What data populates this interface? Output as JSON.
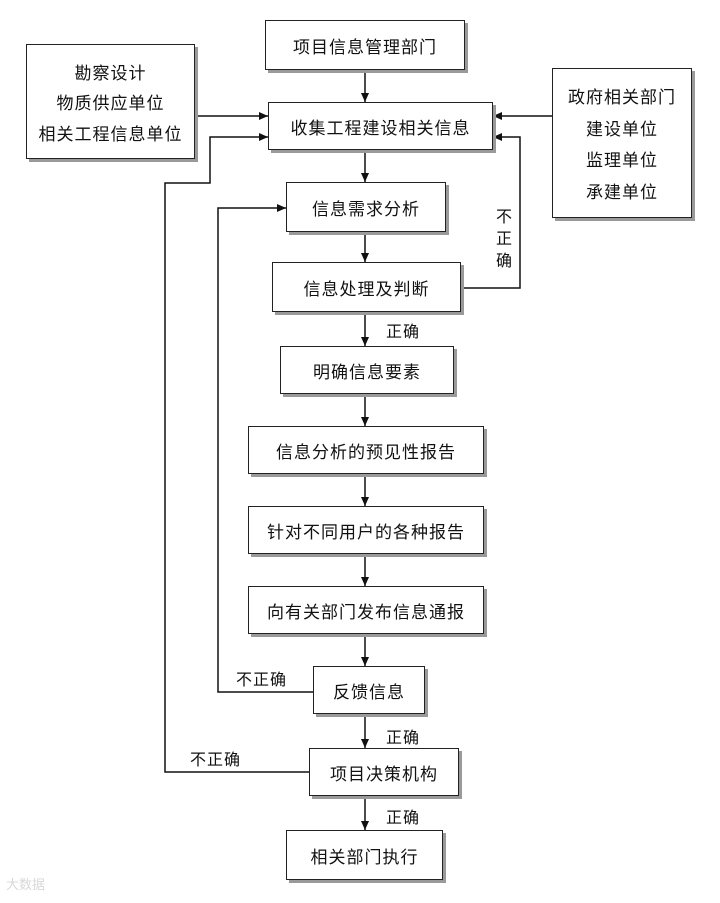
{
  "boxes": {
    "info_mgmt": "项目信息管理部门",
    "collect": "收集工程建设相关信息",
    "demand": "信息需求分析",
    "process": "信息处理及判断",
    "elements": "明确信息要素",
    "forecast": "信息分析的预见性报告",
    "reports": "针对不同用户的各种报告",
    "publish": "向有关部门发布信息通报",
    "feedback": "反馈信息",
    "decision": "项目决策机构",
    "execute": "相关部门执行"
  },
  "left_sources": [
    "勘察设计",
    "物质供应单位",
    "相关工程信息单位"
  ],
  "right_sources": [
    "政府相关部门",
    "建设单位",
    "监理单位",
    "承建单位"
  ],
  "labels": {
    "correct_1": "正确",
    "incorrect_1": [
      "不",
      "正",
      "确"
    ],
    "incorrect_2": "不正确",
    "correct_2": "正确",
    "incorrect_3": "不正确",
    "correct_3": "正确"
  },
  "watermark": "大数据"
}
